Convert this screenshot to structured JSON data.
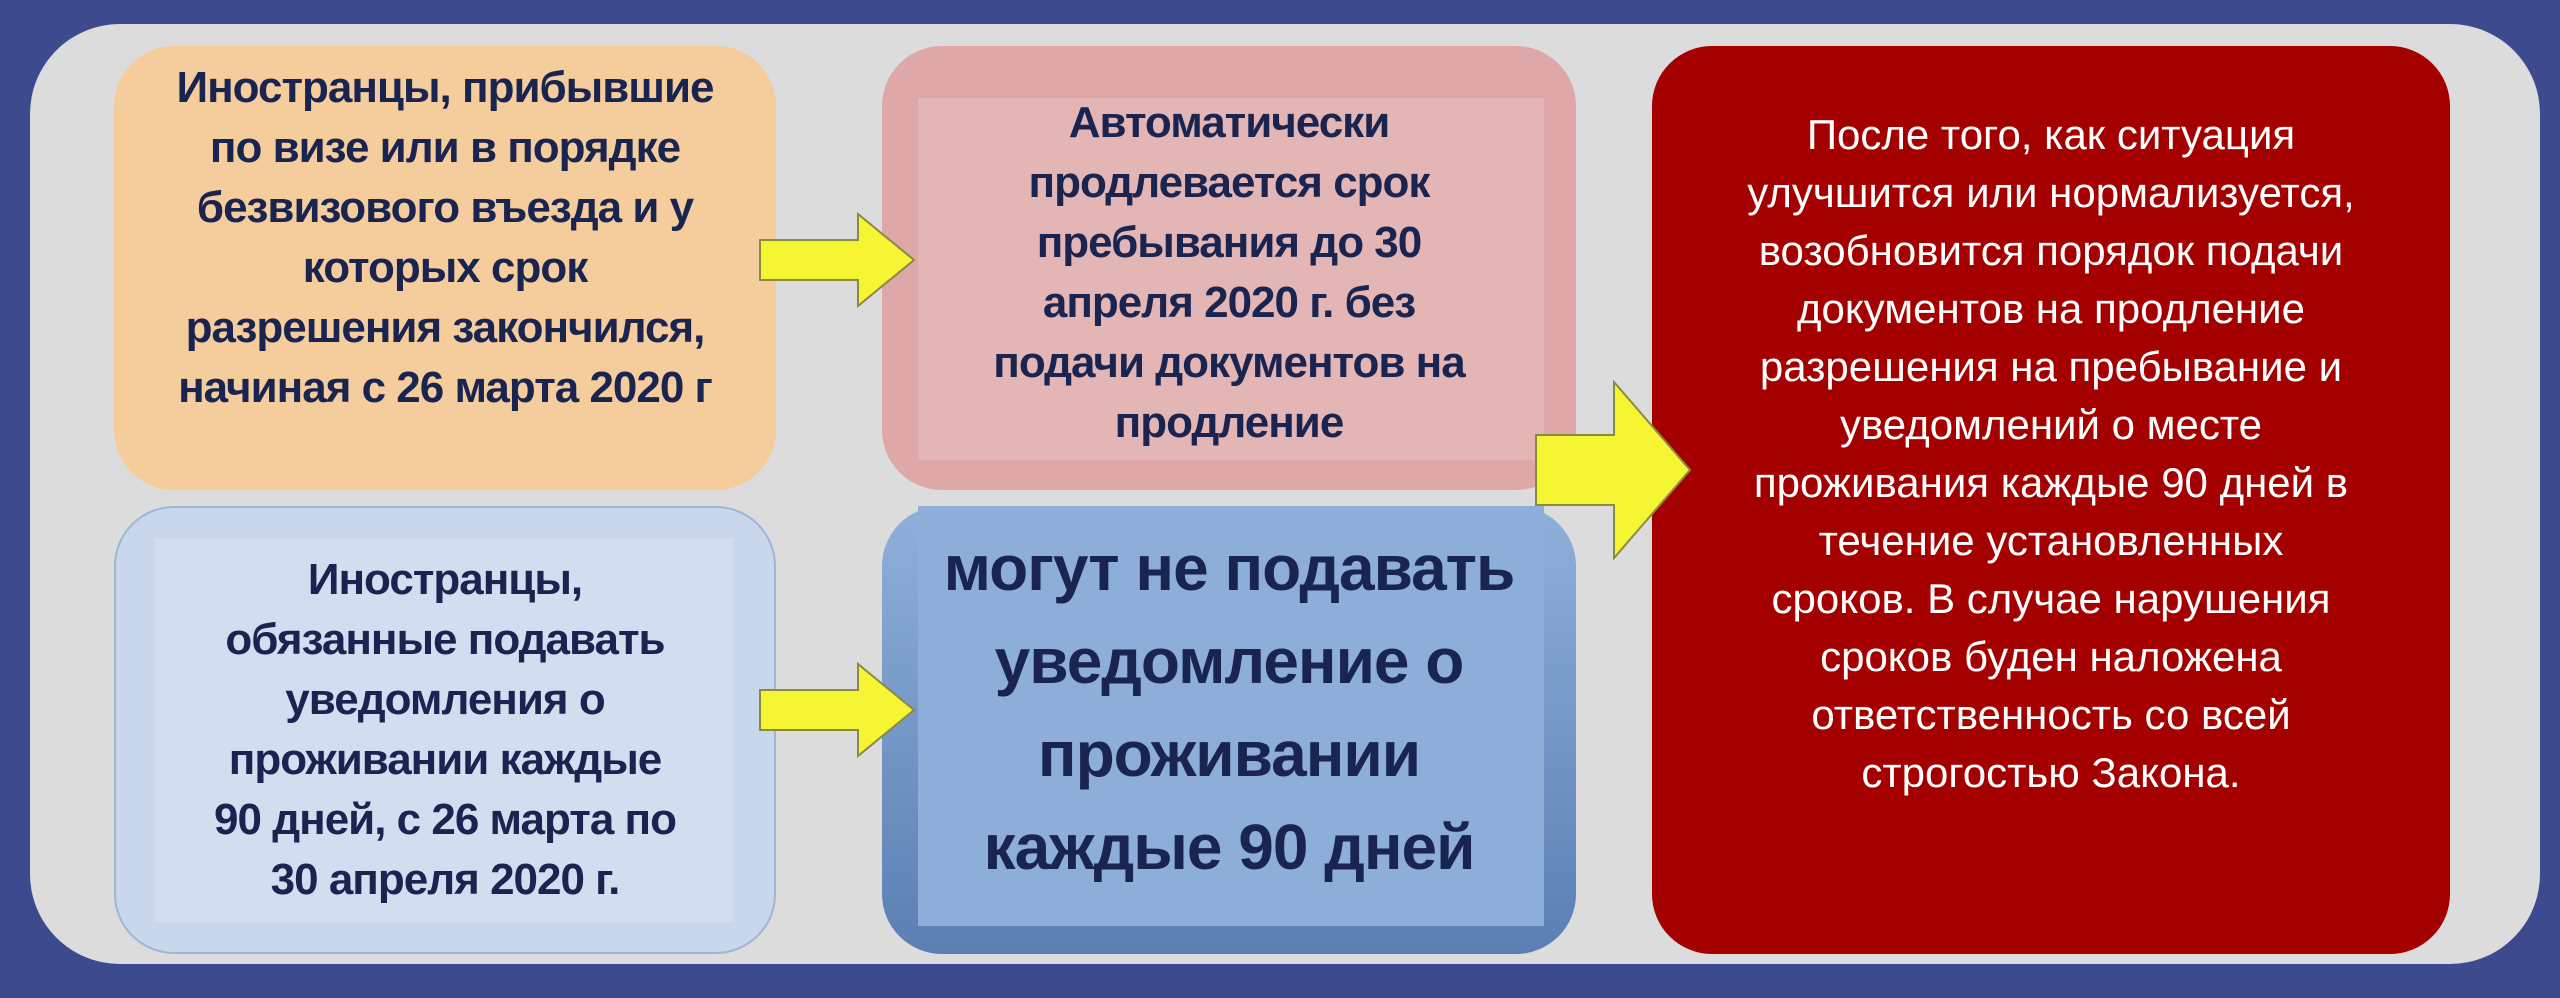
{
  "boxes": {
    "visa_foreigners": "Иностранцы, прибывшие\nпо визе или в порядке\nбезвизового въезда и у\nкоторых срок\nразрешения закончился,\nначиная с 26 марта 2020 г",
    "auto_extension": "Автоматически\nпродлевается срок\nпребывания до 30\nапреля 2020 г. без\nподачи документов на\nпродление",
    "notification_foreigners": "Иностранцы,\nобязанные подавать\nуведомления о\nпроживании каждые\n90 дней, с 26 марта по\n30 апреля 2020 г.",
    "may_not_notify": "могут не подавать\nуведомление о\nпроживании\nкаждые 90 дней",
    "after_normalization": "После того, как ситуация\nулучшится или нормализуется,\nвозобновится порядок подачи\nдокументов на продление\nразрешения на пребывание и\nуведомлений о месте\nпроживания каждые 90 дней в\nтечение установленных\nсроков. В случае нарушения\nсроков буден наложена\nответственность со всей\nстрогостью Закона."
  },
  "colors": {
    "background": "#3e4a8e",
    "panel": "#dcdcdc",
    "orange": "#f5cc9c",
    "pink": "#dea8a8",
    "light_blue": "#c8d7ec",
    "blue": "#8caed8",
    "red": "#a40000",
    "arrow": "#f6f534"
  }
}
